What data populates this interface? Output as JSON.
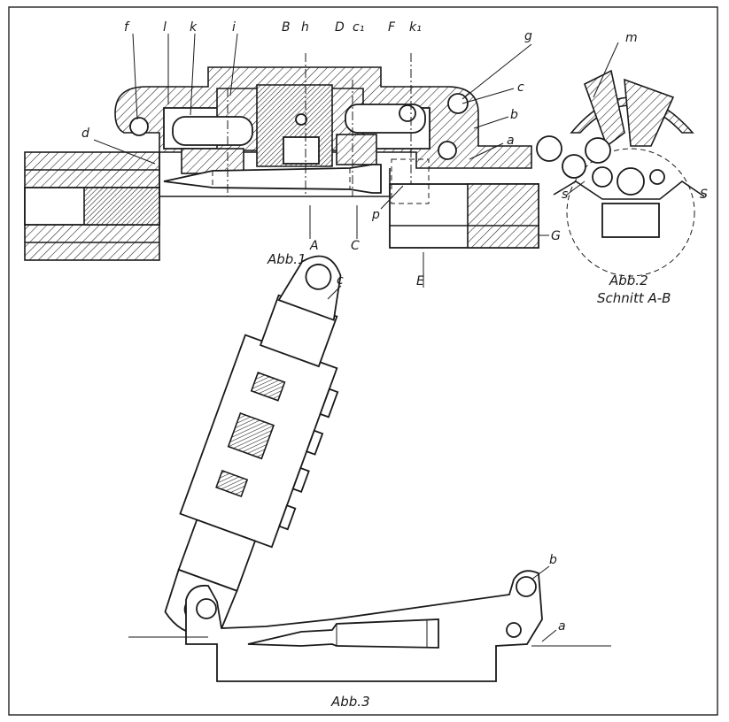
{
  "figures": {
    "fig1": {
      "caption": "Abb.1",
      "labels": {
        "f": "f",
        "l": "l",
        "k": "k",
        "i": "i",
        "B": "B",
        "h": "h",
        "D": "D",
        "c1": "c₁",
        "F": "F",
        "k1": "k₁",
        "g": "g",
        "c": "c",
        "b": "b",
        "a": "a",
        "d": "d",
        "p": "p",
        "A": "A",
        "C": "C",
        "E": "E",
        "G": "G"
      }
    },
    "fig2": {
      "caption": "Abb.2",
      "subcaption": "Schnitt A-B",
      "labels": {
        "m": "m",
        "s_left": "s",
        "s_right": "S"
      }
    },
    "fig3": {
      "caption": "Abb.3",
      "labels": {
        "c": "c",
        "b": "b",
        "a": "a"
      }
    }
  }
}
